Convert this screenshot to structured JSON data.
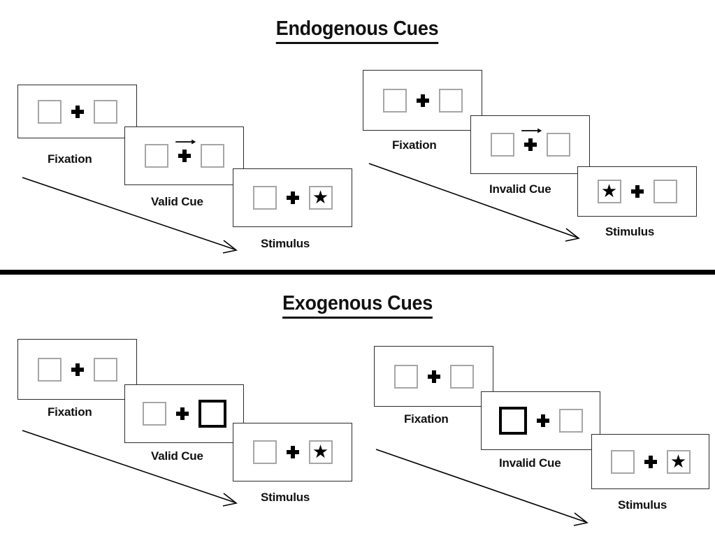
{
  "figure": {
    "sections": [
      {
        "id": "endogenous",
        "title": "Endogenous Cues",
        "conditions": [
          {
            "id": "endogenous-valid",
            "panels": [
              {
                "label": "Fixation",
                "left_box": "empty",
                "right_box": "empty",
                "center": "plus",
                "cue_arrow": "none"
              },
              {
                "label": "Valid Cue",
                "left_box": "empty",
                "right_box": "empty",
                "center": "plus",
                "cue_arrow": "right-arrow-icon"
              },
              {
                "label": "Stimulus",
                "left_box": "empty",
                "right_box": "star",
                "center": "plus",
                "cue_arrow": "none"
              }
            ]
          },
          {
            "id": "endogenous-invalid",
            "panels": [
              {
                "label": "Fixation",
                "left_box": "empty",
                "right_box": "empty",
                "center": "plus",
                "cue_arrow": "none"
              },
              {
                "label": "Invalid Cue",
                "left_box": "empty",
                "right_box": "empty",
                "center": "plus",
                "cue_arrow": "right-arrow-icon"
              },
              {
                "label": "Stimulus",
                "left_box": "star",
                "right_box": "empty",
                "center": "plus",
                "cue_arrow": "none"
              }
            ]
          }
        ]
      },
      {
        "id": "exogenous",
        "title": "Exogenous Cues",
        "conditions": [
          {
            "id": "exogenous-valid",
            "panels": [
              {
                "label": "Fixation",
                "left_box": "empty",
                "right_box": "empty",
                "center": "plus",
                "cue_arrow": "none"
              },
              {
                "label": "Valid Cue",
                "left_box": "empty",
                "right_box": "highlighted",
                "center": "plus",
                "cue_arrow": "none"
              },
              {
                "label": "Stimulus",
                "left_box": "empty",
                "right_box": "star",
                "center": "plus",
                "cue_arrow": "none"
              }
            ]
          },
          {
            "id": "exogenous-invalid",
            "panels": [
              {
                "label": "Fixation",
                "left_box": "empty",
                "right_box": "empty",
                "center": "plus",
                "cue_arrow": "none"
              },
              {
                "label": "Invalid Cue",
                "left_box": "highlighted",
                "right_box": "empty",
                "center": "plus",
                "cue_arrow": "none"
              },
              {
                "label": "Stimulus",
                "left_box": "empty",
                "right_box": "star",
                "center": "plus",
                "cue_arrow": "none"
              }
            ]
          }
        ]
      }
    ],
    "glyphs": {
      "star": "★",
      "time_arrow": "diagonal-time-arrow-icon",
      "cue_arrow": "right-arrow-icon",
      "fixation_cross": "plus-icon"
    },
    "colors": {
      "frame_stroke": "#2b2b2b",
      "box_stroke": "#a6a6a6",
      "cued_box_stroke": "#000000",
      "text": "#111111",
      "divider": "#000000",
      "background": "#ffffff"
    }
  }
}
